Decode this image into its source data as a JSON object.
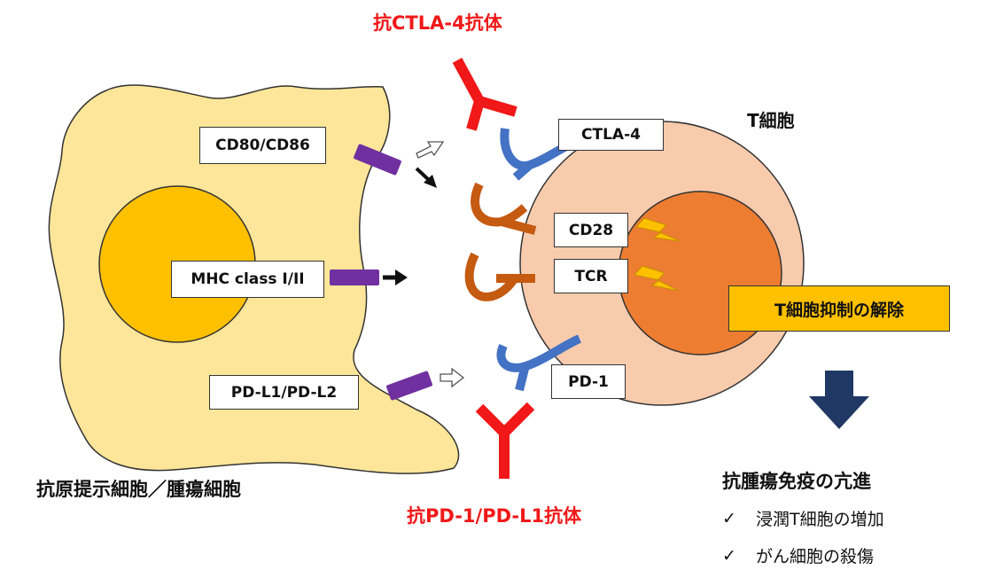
{
  "titles": {
    "anti_ctla4": "抗CTLA-4抗体",
    "anti_pd1": "抗PD-1/PD-L1抗体",
    "t_cell": "T細胞",
    "apc_cell": "抗原提示細胞／腫瘍細胞"
  },
  "apc_labels": {
    "cd80": "CD80/CD86",
    "mhc": "MHC class I/II",
    "pdl1": "PD-L1/PD-L2"
  },
  "tcell_labels": {
    "ctla4": "CTLA-4",
    "cd28": "CD28",
    "tcr": "TCR",
    "pd1": "PD-1"
  },
  "release_label": "T細胞抑制の解除",
  "outcome": {
    "title": "抗腫瘍免疫の亢進",
    "check_mark": "✓",
    "items": [
      "浸潤T細胞の増加",
      "がん細胞の殺傷"
    ]
  },
  "colors": {
    "apc_body": "#fde699",
    "apc_nucleus": "#ffc000",
    "t_cell_body": "#f8cbad",
    "t_cell_nucleus": "#ed7d31",
    "ligand": "#7030a0",
    "receptor_blue": "#4472c4",
    "receptor_orange": "#c55a11",
    "antibody": "#f01818",
    "lightning": "#ffc000",
    "arrow_down": "#1f3864"
  }
}
